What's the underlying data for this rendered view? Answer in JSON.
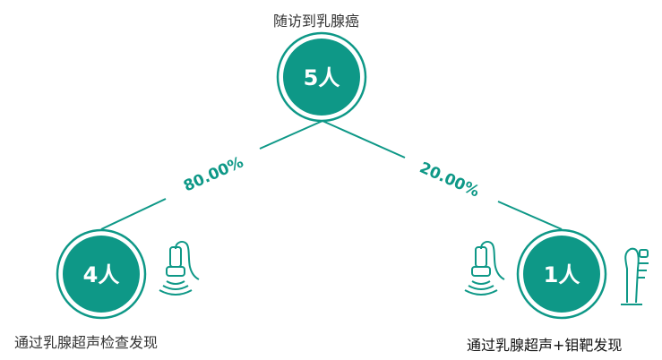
{
  "colors": {
    "accent": "#0e9887",
    "text": "#333333"
  },
  "root": {
    "title": "随访到乳腺癌",
    "count": "5人"
  },
  "branches": [
    {
      "percent": "80.00%",
      "count": "4人",
      "label": "通过乳腺超声检查发现",
      "icons": [
        "ultrasound-probe-icon"
      ]
    },
    {
      "percent": "20.00%",
      "count": "1人",
      "label": "通过乳腺超声+钼靶发现",
      "icons": [
        "ultrasound-probe-icon",
        "mammography-machine-icon"
      ]
    }
  ]
}
